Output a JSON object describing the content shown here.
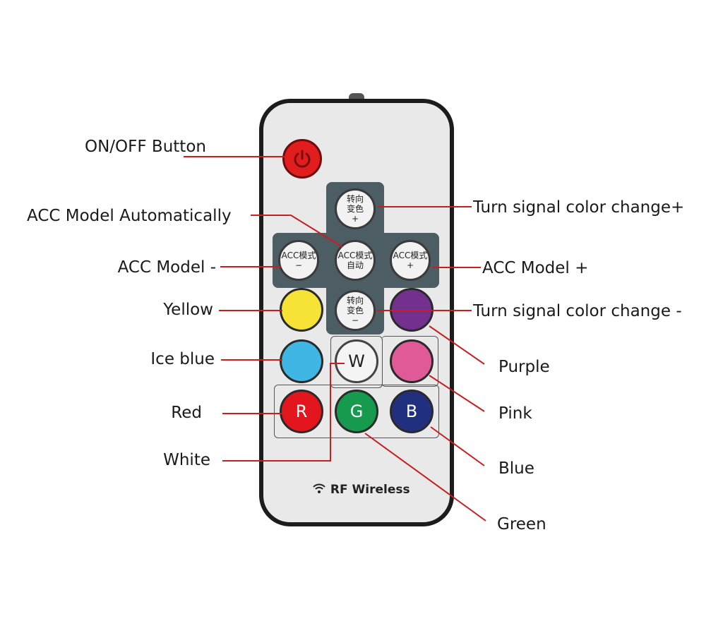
{
  "labels": {
    "on_off": "ON/OFF Button",
    "acc_auto": "ACC Model Automatically",
    "acc_minus": "ACC Model -",
    "yellow": "Yellow",
    "ice_blue": "Ice blue",
    "red": "Red",
    "white": "White",
    "turn_plus": "Turn signal color change+",
    "acc_plus": "ACC Model +",
    "turn_minus": "Turn signal color change -",
    "purple": "Purple",
    "pink": "Pink",
    "blue": "Blue",
    "green": "Green"
  },
  "remote": {
    "footer": "RF Wireless",
    "keys": {
      "turn_plus": [
        "转向",
        "变色",
        "+"
      ],
      "acc_minus": [
        "ACC模式",
        "−"
      ],
      "acc_auto": [
        "ACC模式",
        "自动"
      ],
      "acc_plus": [
        "ACC模式",
        "+"
      ],
      "turn_minus": [
        "转向",
        "变色",
        "−"
      ],
      "w": "W",
      "r": "R",
      "g": "G",
      "b": "B"
    }
  },
  "colors": {
    "power": "#e21d1d",
    "yellow": "#f6e336",
    "ice_blue": "#3fb6e4",
    "red": "#e2161c",
    "green": "#169a4e",
    "blue": "#20307e",
    "purple": "#74308f",
    "pink": "#e05a97",
    "leader": "#c81e1e"
  },
  "icons": {
    "power": "power-icon",
    "wifi": "wifi-icon"
  }
}
